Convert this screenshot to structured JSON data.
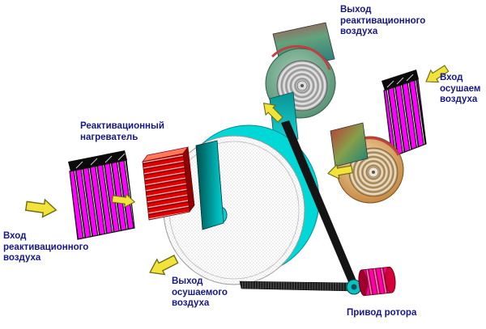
{
  "labels": {
    "exit_reactivation": "Выход\nреактивационного\nвоздуха",
    "inlet_drying": "Вход\nосушаем\nвоздуха",
    "heater": "Реактивационный\nнагреватель",
    "inlet_reactivation": "Вход\nреактивационного\nвоздуха",
    "outlet_dried": "Выход\nосушаемого\nвоздуха",
    "rotor_drive": "Привод ротора"
  },
  "colors": {
    "label_text": "#16168C",
    "flow_arrow": "#F2E33A",
    "rotor_rim": "#00D8D8",
    "filter_stripe": "#FF00FF",
    "heater_red": "#D80000",
    "reactivation_fan": "#5C9F80",
    "process_fan": "#D08A4A",
    "motor_magenta": "#FF00AA",
    "belt": "#1A1A1A"
  }
}
